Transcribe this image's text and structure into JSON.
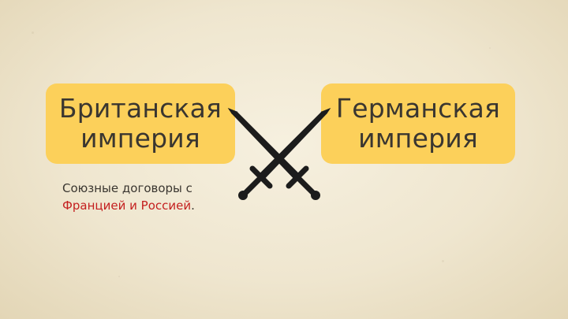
{
  "left_box": {
    "line1": "Британская",
    "line2": "империя"
  },
  "right_box": {
    "line1": "Германская",
    "line2": "империя"
  },
  "note": {
    "text_before": "Союзные договоры с",
    "highlight": "Францией и Россией",
    "text_after": "."
  },
  "icons": {
    "center": "crossed-swords-icon"
  },
  "colors": {
    "box_fill": "#fcd05a",
    "text": "#3a3630",
    "highlight": "#c41f1f",
    "icon": "#1c1c1c"
  }
}
